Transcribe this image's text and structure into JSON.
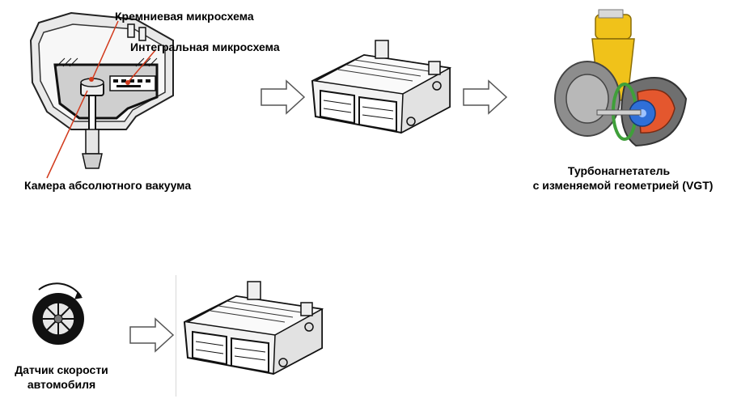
{
  "sensor": {
    "label_silicon_chip": "Кремниевая микросхема",
    "label_integrated_chip": "Интегральная микросхема",
    "label_vacuum_chamber": "Камера абсолютного вакуума"
  },
  "turbo": {
    "label_line1": "Турбонагнетатель",
    "label_line2": "с изменяемой геометрией (VGT)"
  },
  "speed_sensor": {
    "label_line1": "Датчик скорости",
    "label_line2": "автомобиля"
  },
  "colors": {
    "leader_line": "#d23a1c",
    "arrow_outline": "#555555",
    "turbo_yellow": "#f0c21a",
    "turbo_blue": "#2f6fd8",
    "turbo_orange": "#e4572e"
  }
}
